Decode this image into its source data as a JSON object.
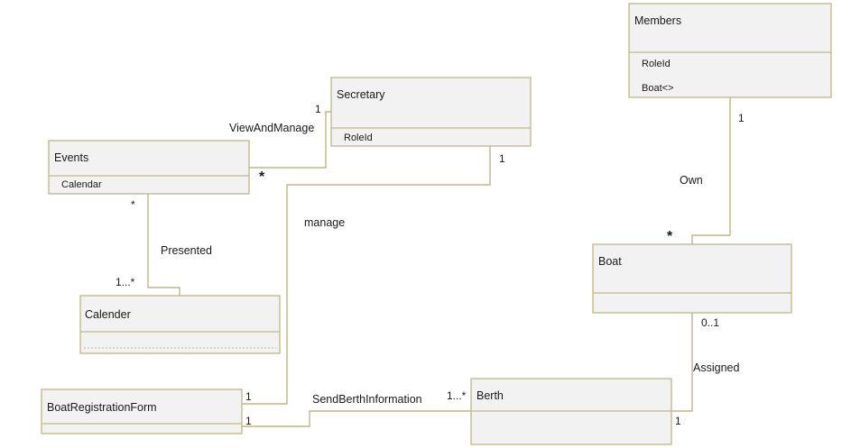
{
  "classes": {
    "members": {
      "name": "Members",
      "attributes": [
        "RoleId",
        "Boat<>"
      ]
    },
    "secretary": {
      "name": "Secretary",
      "attributes": [
        "RoleId"
      ]
    },
    "events": {
      "name": "Events",
      "attributes": [
        "Calendar"
      ]
    },
    "calender": {
      "name": "Calender",
      "attributes": []
    },
    "boat": {
      "name": "Boat",
      "attributes": []
    },
    "boat_registration_form": {
      "name": "BoatRegistrationForm",
      "attributes": []
    },
    "berth": {
      "name": "Berth",
      "attributes": []
    }
  },
  "associations": {
    "view_and_manage": {
      "label": "ViewAndManage",
      "mult_secretary": "1",
      "mult_events": "*"
    },
    "presented": {
      "label": "Presented",
      "mult_events": "*",
      "mult_calender": "1...*"
    },
    "manage": {
      "label": "manage",
      "mult_secretary": "1",
      "mult_form": "1"
    },
    "own": {
      "label": "Own",
      "mult_members": "1",
      "mult_boat": "*"
    },
    "assigned": {
      "label": "Assigned",
      "mult_boat": "0..1",
      "mult_berth": "1"
    },
    "send_berth_information": {
      "label": "SendBerthInformation",
      "mult_form": "1",
      "mult_berth": "1...*"
    }
  },
  "colors": {
    "border": "#c2b58a",
    "fill": "#f2f2f2",
    "text": "#1a1a1a"
  }
}
